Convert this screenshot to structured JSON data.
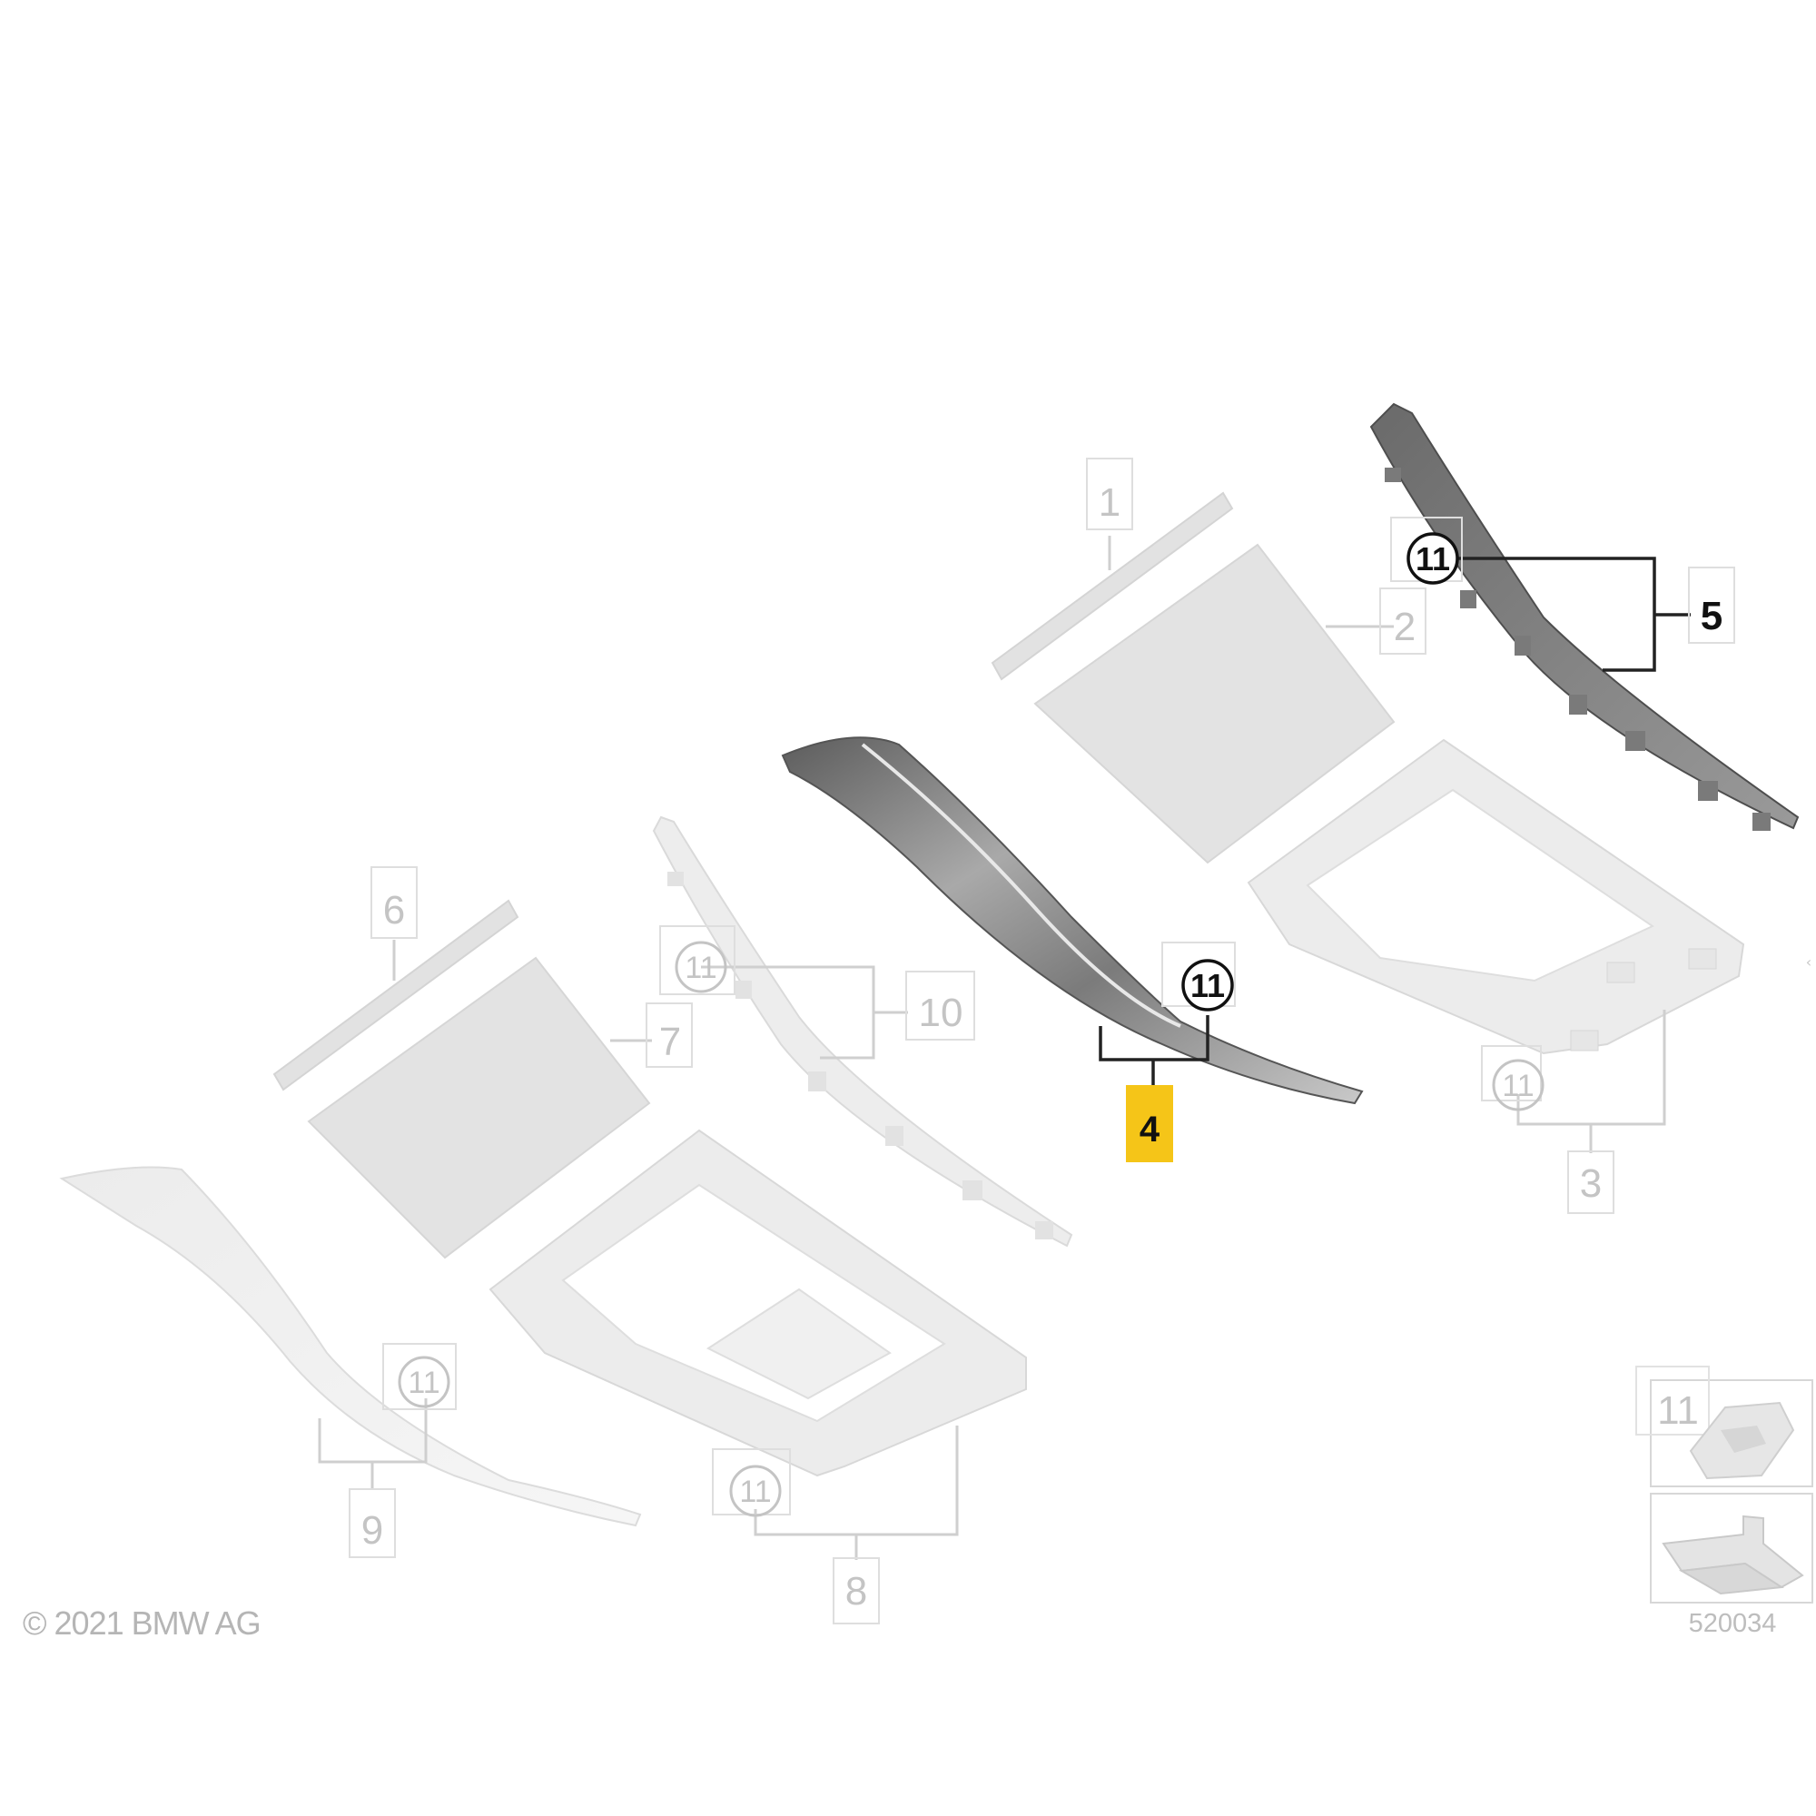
{
  "callouts": {
    "c1": "1",
    "c2": "2",
    "c3": "3",
    "c4": "4",
    "c5": "5",
    "c6": "6",
    "c7": "7",
    "c8": "8",
    "c9": "9",
    "c10": "10",
    "c11": "11"
  },
  "legend": {
    "part_number": "11",
    "figure_number": "520034"
  },
  "copyright": "© 2021 BMW AG",
  "highlight_color": "#f5c518",
  "highlighted_part": "4"
}
